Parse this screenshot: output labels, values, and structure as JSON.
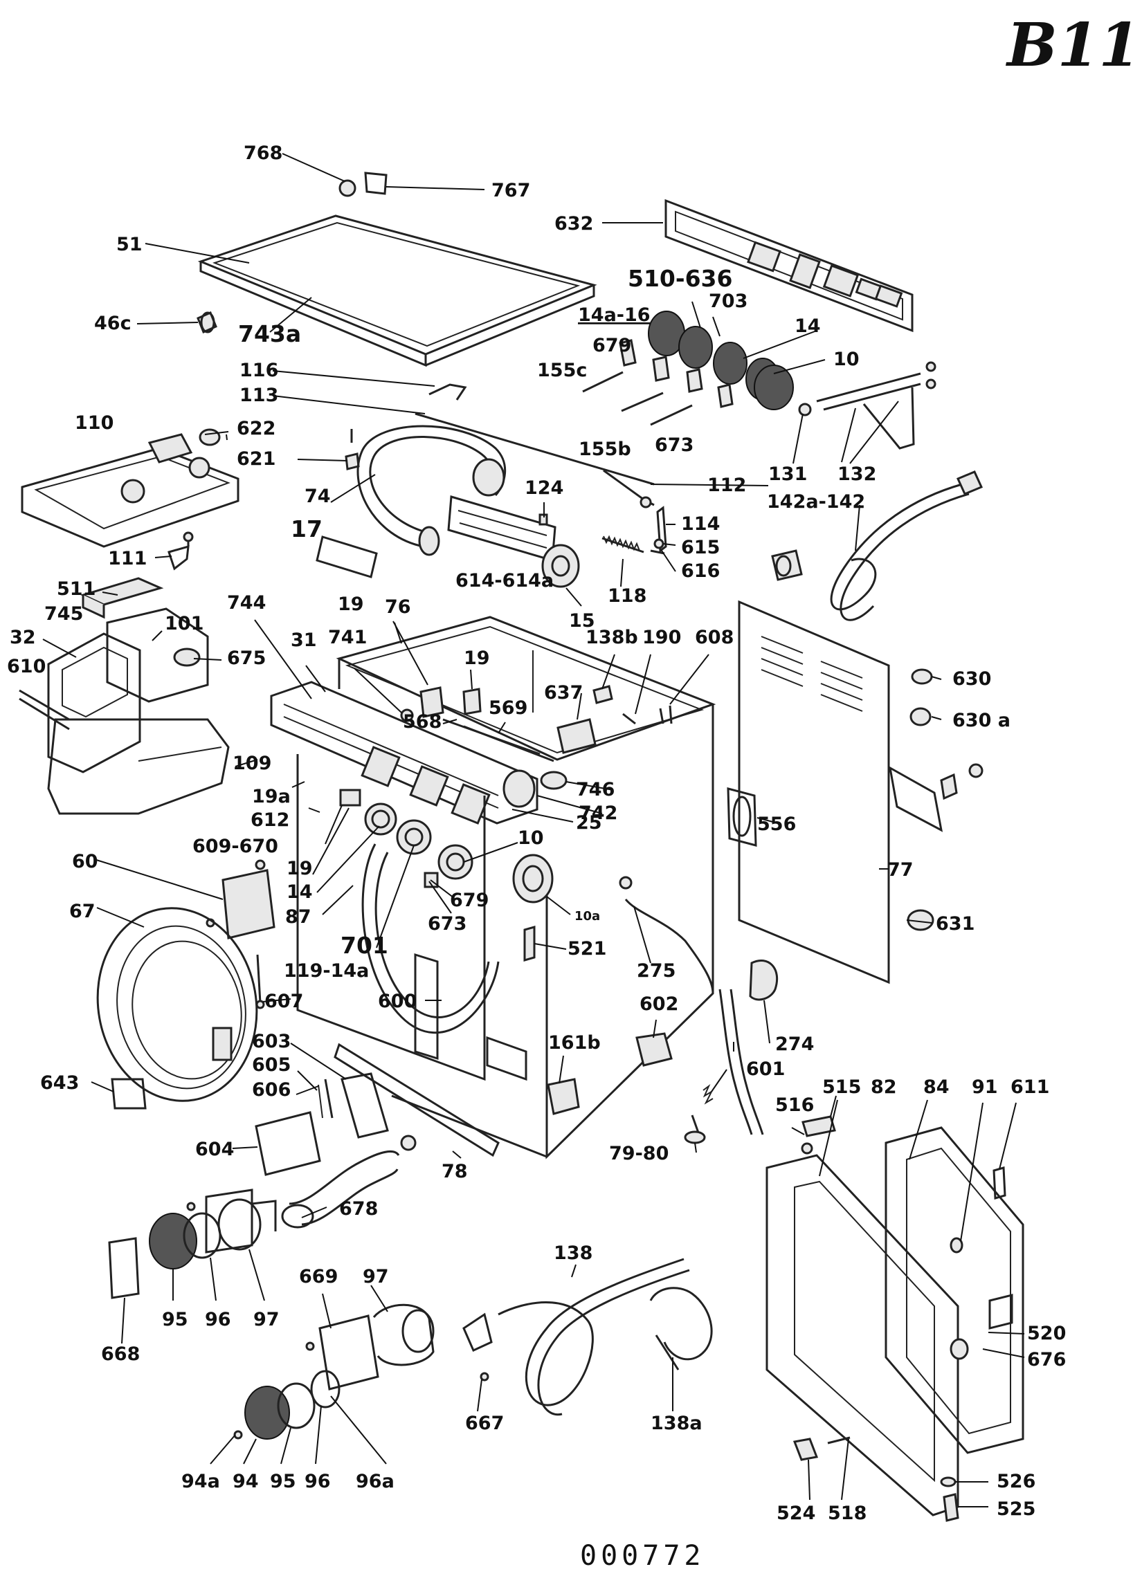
{
  "sheet_code": "B11",
  "drawing_number": "000772",
  "labels": [
    {
      "id": "768",
      "text": "768"
    },
    {
      "id": "767",
      "text": "767"
    },
    {
      "id": "632",
      "text": "632"
    },
    {
      "id": "51",
      "text": "51"
    },
    {
      "id": "510-636",
      "text": "510-636"
    },
    {
      "id": "703",
      "text": "703"
    },
    {
      "id": "14a-16",
      "text": "14a-16"
    },
    {
      "id": "14-top",
      "text": "14"
    },
    {
      "id": "679-top",
      "text": "679"
    },
    {
      "id": "46c",
      "text": "46c"
    },
    {
      "id": "743a",
      "text": "743a"
    },
    {
      "id": "155c",
      "text": "155c"
    },
    {
      "id": "10-top",
      "text": "10"
    },
    {
      "id": "116",
      "text": "116"
    },
    {
      "id": "113",
      "text": "113"
    },
    {
      "id": "131",
      "text": "131"
    },
    {
      "id": "132",
      "text": "132"
    },
    {
      "id": "155b",
      "text": "155b"
    },
    {
      "id": "673-top",
      "text": "673"
    },
    {
      "id": "110",
      "text": "110"
    },
    {
      "id": "622",
      "text": "622"
    },
    {
      "id": "621",
      "text": "621"
    },
    {
      "id": "112",
      "text": "112"
    },
    {
      "id": "142a-142",
      "text": "142a-142"
    },
    {
      "id": "74",
      "text": "74"
    },
    {
      "id": "124",
      "text": "124"
    },
    {
      "id": "114",
      "text": "114"
    },
    {
      "id": "615",
      "text": "615"
    },
    {
      "id": "616",
      "text": "616"
    },
    {
      "id": "17",
      "text": "17"
    },
    {
      "id": "111",
      "text": "111"
    },
    {
      "id": "614-614a",
      "text": "614-614a"
    },
    {
      "id": "15",
      "text": "15"
    },
    {
      "id": "118",
      "text": "118"
    },
    {
      "id": "511",
      "text": "511"
    },
    {
      "id": "745",
      "text": "745"
    },
    {
      "id": "101",
      "text": "101"
    },
    {
      "id": "32",
      "text": "32"
    },
    {
      "id": "675",
      "text": "675"
    },
    {
      "id": "610",
      "text": "610"
    },
    {
      "id": "744",
      "text": "744"
    },
    {
      "id": "19-a",
      "text": "19"
    },
    {
      "id": "76",
      "text": "76"
    },
    {
      "id": "138b",
      "text": "138b"
    },
    {
      "id": "190",
      "text": "190"
    },
    {
      "id": "608",
      "text": "608"
    },
    {
      "id": "630",
      "text": "630"
    },
    {
      "id": "31",
      "text": "31"
    },
    {
      "id": "741",
      "text": "741"
    },
    {
      "id": "19-b",
      "text": "19"
    },
    {
      "id": "637",
      "text": "637"
    },
    {
      "id": "630a",
      "text": "630 a"
    },
    {
      "id": "568",
      "text": "568"
    },
    {
      "id": "569",
      "text": "569"
    },
    {
      "id": "109",
      "text": "109"
    },
    {
      "id": "19a",
      "text": "19a"
    },
    {
      "id": "746",
      "text": "746"
    },
    {
      "id": "612",
      "text": "612"
    },
    {
      "id": "742",
      "text": "742"
    },
    {
      "id": "25",
      "text": "25"
    },
    {
      "id": "556",
      "text": "556"
    },
    {
      "id": "609-670",
      "text": "609-670"
    },
    {
      "id": "10-mid",
      "text": "10"
    },
    {
      "id": "60",
      "text": "60"
    },
    {
      "id": "77",
      "text": "77"
    },
    {
      "id": "19-c",
      "text": "19"
    },
    {
      "id": "679-mid",
      "text": "679"
    },
    {
      "id": "14-mid",
      "text": "14"
    },
    {
      "id": "67",
      "text": "67"
    },
    {
      "id": "673-mid",
      "text": "673"
    },
    {
      "id": "10a",
      "text": "10a"
    },
    {
      "id": "87",
      "text": "87"
    },
    {
      "id": "631",
      "text": "631"
    },
    {
      "id": "701",
      "text": "701"
    },
    {
      "id": "521",
      "text": "521"
    },
    {
      "id": "119-14a",
      "text": "119-14a"
    },
    {
      "id": "275",
      "text": "275"
    },
    {
      "id": "607",
      "text": "607"
    },
    {
      "id": "600",
      "text": "600"
    },
    {
      "id": "602",
      "text": "602"
    },
    {
      "id": "274",
      "text": "274"
    },
    {
      "id": "603",
      "text": "603"
    },
    {
      "id": "161b",
      "text": "161b"
    },
    {
      "id": "601",
      "text": "601"
    },
    {
      "id": "643",
      "text": "643"
    },
    {
      "id": "605",
      "text": "605"
    },
    {
      "id": "515",
      "text": "515"
    },
    {
      "id": "82",
      "text": "82"
    },
    {
      "id": "84",
      "text": "84"
    },
    {
      "id": "91",
      "text": "91"
    },
    {
      "id": "611",
      "text": "611"
    },
    {
      "id": "606",
      "text": "606"
    },
    {
      "id": "516",
      "text": "516"
    },
    {
      "id": "604",
      "text": "604"
    },
    {
      "id": "79-80",
      "text": "79-80"
    },
    {
      "id": "78",
      "text": "78"
    },
    {
      "id": "678",
      "text": "678"
    },
    {
      "id": "138",
      "text": "138"
    },
    {
      "id": "669",
      "text": "669"
    },
    {
      "id": "97-a",
      "text": "97"
    },
    {
      "id": "520",
      "text": "520"
    },
    {
      "id": "676",
      "text": "676"
    },
    {
      "id": "95-a",
      "text": "95"
    },
    {
      "id": "96-a",
      "text": "96"
    },
    {
      "id": "97-b",
      "text": "97"
    },
    {
      "id": "668",
      "text": "668"
    },
    {
      "id": "667",
      "text": "667"
    },
    {
      "id": "138a",
      "text": "138a"
    },
    {
      "id": "94a",
      "text": "94a"
    },
    {
      "id": "94",
      "text": "94"
    },
    {
      "id": "95-b",
      "text": "95"
    },
    {
      "id": "96-b",
      "text": "96"
    },
    {
      "id": "96a",
      "text": "96a"
    },
    {
      "id": "526",
      "text": "526"
    },
    {
      "id": "524",
      "text": "524"
    },
    {
      "id": "518",
      "text": "518"
    },
    {
      "id": "525",
      "text": "525"
    }
  ]
}
